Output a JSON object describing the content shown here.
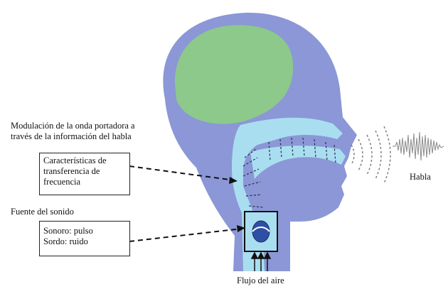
{
  "labels": {
    "modulation": "Modulación de la onda portadora a\ntravés de la información del habla",
    "transfer_box": "Características de\ntransferencia de\nfrecuencia",
    "source_title": "Fuente del sonido",
    "source_box": "Sonoro: pulso\nSordo: ruido",
    "speech": "Habla",
    "airflow": "Flujo del aire"
  },
  "colors": {
    "head": "#8b97d6",
    "brain": "#8cc98a",
    "tract": "#a9def0",
    "wave": "#8a8a8a",
    "line": "#111111"
  }
}
